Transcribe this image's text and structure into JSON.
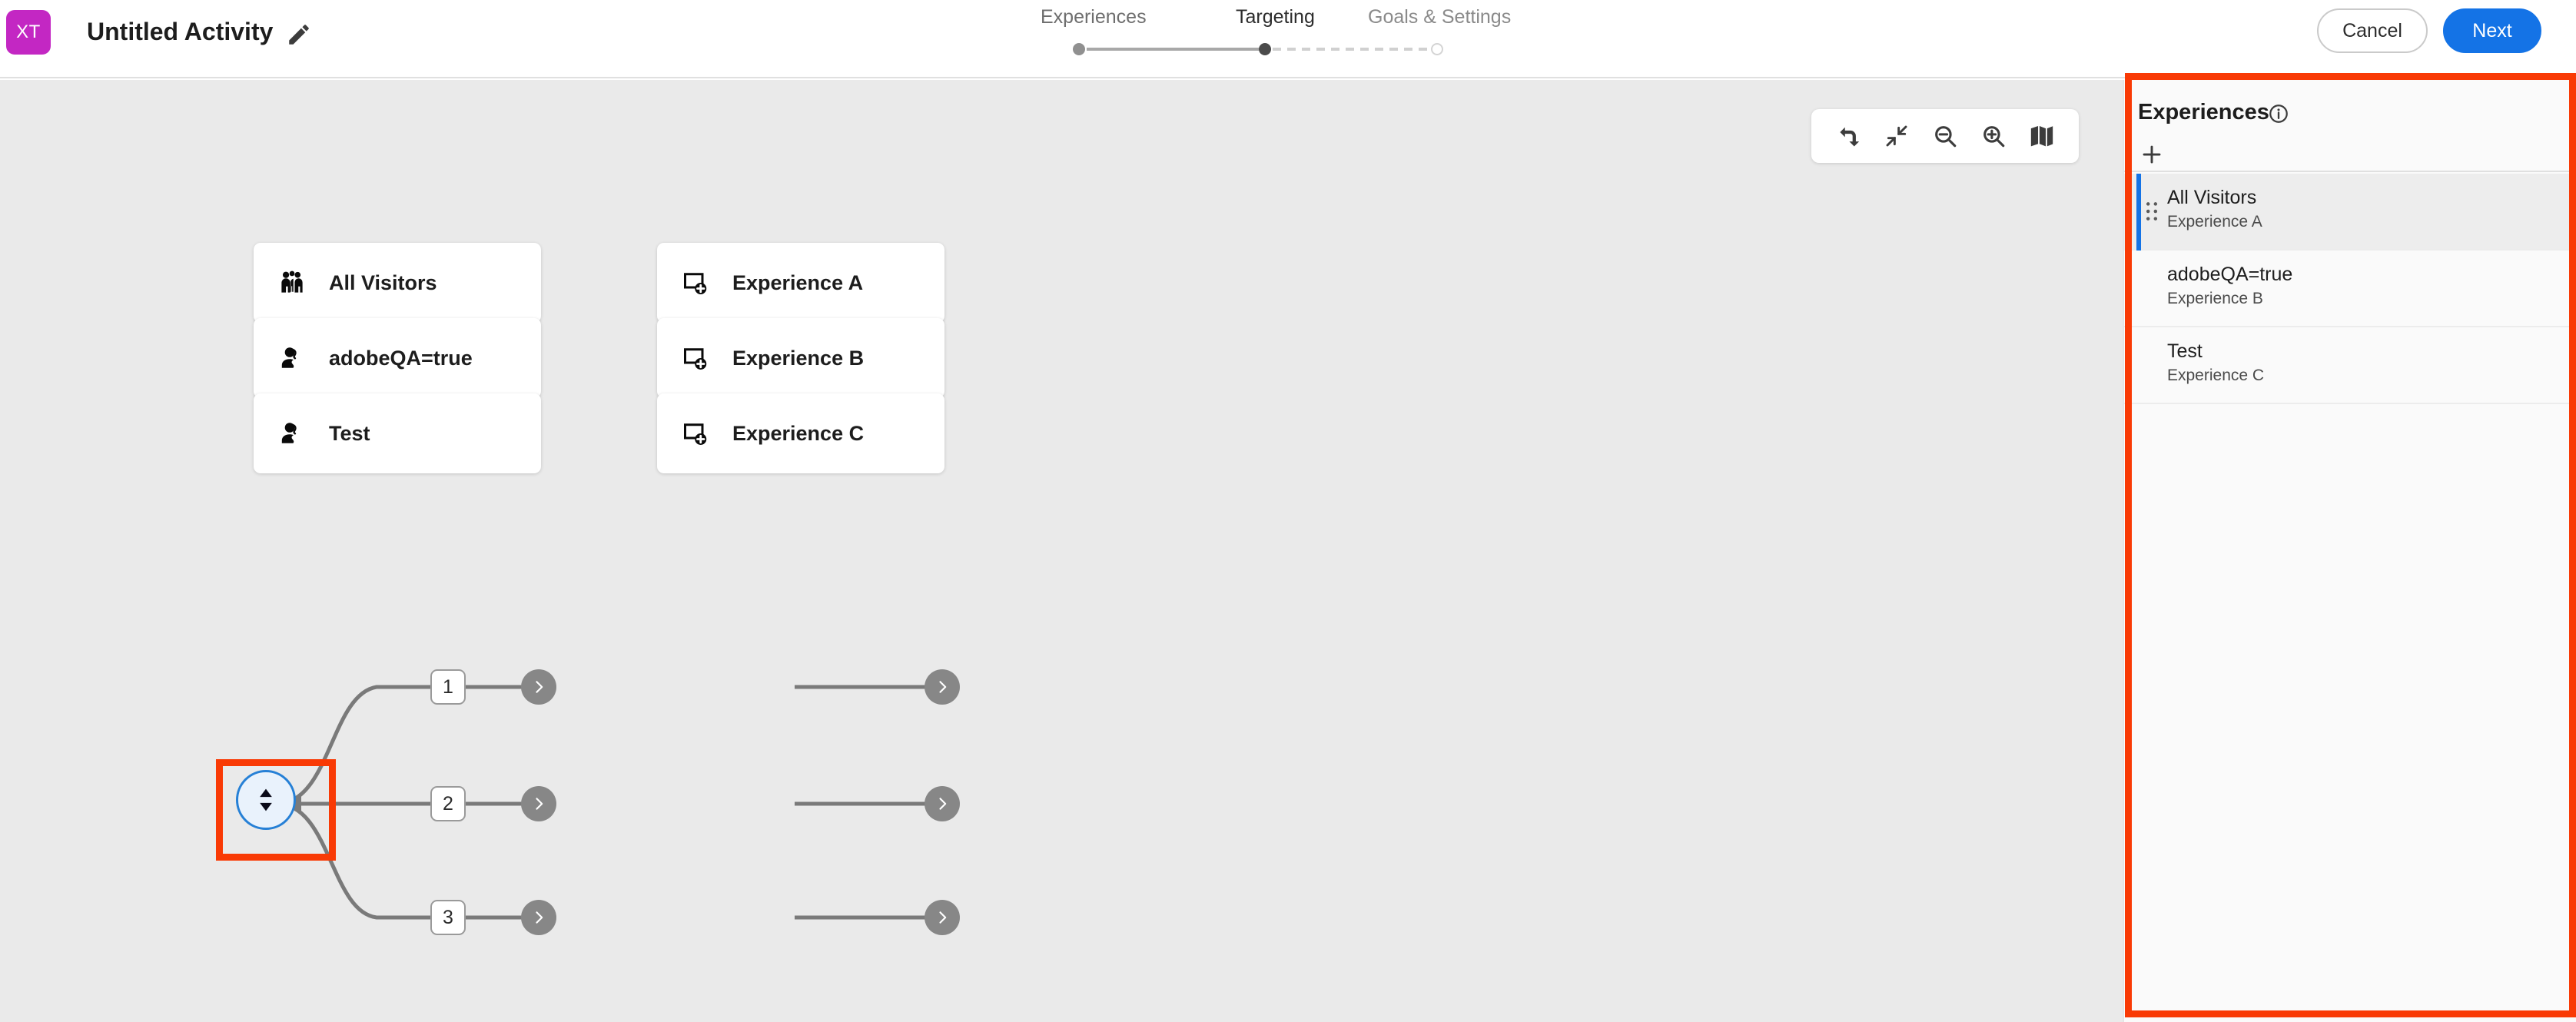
{
  "header": {
    "logo_text": "XT",
    "logo_color": "#c327c3",
    "activity_title": "Untitled Activity",
    "edit_icon": "pencil-icon",
    "cancel_label": "Cancel",
    "next_label": "Next",
    "next_color": "#1473e6"
  },
  "stepper": {
    "steps": [
      {
        "label": "Experiences",
        "state": "completed"
      },
      {
        "label": "Targeting",
        "state": "current"
      },
      {
        "label": "Goals & Settings",
        "state": "upcoming"
      }
    ]
  },
  "canvas": {
    "background": "#eaeaea",
    "toolbar": [
      {
        "name": "branch-arrow-icon",
        "title": "Add branch"
      },
      {
        "name": "collapse-arrows-icon",
        "title": "Fit to screen"
      },
      {
        "name": "zoom-out-icon",
        "title": "Zoom out"
      },
      {
        "name": "zoom-in-icon",
        "title": "Zoom in"
      },
      {
        "name": "map-icon",
        "title": "Minimap"
      }
    ],
    "root_node": {
      "icon": "sort-updown-icon",
      "fill": "#e9f2fc",
      "border": "#2680d6",
      "highlighted": true,
      "highlight_color": "#f93a05"
    },
    "rows": [
      {
        "number": "1",
        "audience": "All Visitors",
        "audience_icon": "group-users-icon",
        "experience": "Experience A",
        "experience_icon": "add-page-icon"
      },
      {
        "number": "2",
        "audience": "adobeQA=true",
        "audience_icon": "single-user-icon",
        "experience": "Experience B",
        "experience_icon": "add-page-icon"
      },
      {
        "number": "3",
        "audience": "Test",
        "audience_icon": "single-user-icon",
        "experience": "Experience C",
        "experience_icon": "add-page-icon"
      }
    ]
  },
  "panel": {
    "title": "Experiences",
    "info_icon": "info-circle-icon",
    "add_icon": "plus-icon",
    "highlighted": true,
    "highlight_color": "#f93a05",
    "selected_accent": "#1473e6",
    "items": [
      {
        "name": "All Visitors",
        "sub": "Experience A",
        "selected": true,
        "drag_icon": "drag-handle-icon"
      },
      {
        "name": "adobeQA=true",
        "sub": "Experience B",
        "selected": false,
        "drag_icon": "drag-handle-icon"
      },
      {
        "name": "Test",
        "sub": "Experience C",
        "selected": false,
        "drag_icon": "drag-handle-icon"
      }
    ]
  }
}
